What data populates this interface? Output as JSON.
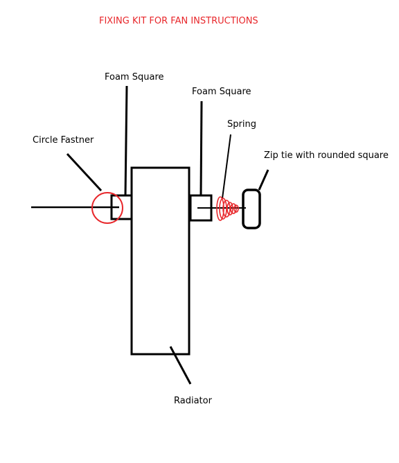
{
  "title": "FIXING KIT FOR FAN INSTRUCTIONS",
  "labels": {
    "foam_square_left": "Foam Square",
    "foam_square_right": "Foam Square",
    "spring": "Spring",
    "circle_fastner": "Circle Fastner",
    "zip_tie": "Zip tie with rounded square",
    "radiator": "Radiator"
  },
  "colors": {
    "title": "#e8272b",
    "highlight": "#e8272b",
    "ink": "#000000"
  }
}
